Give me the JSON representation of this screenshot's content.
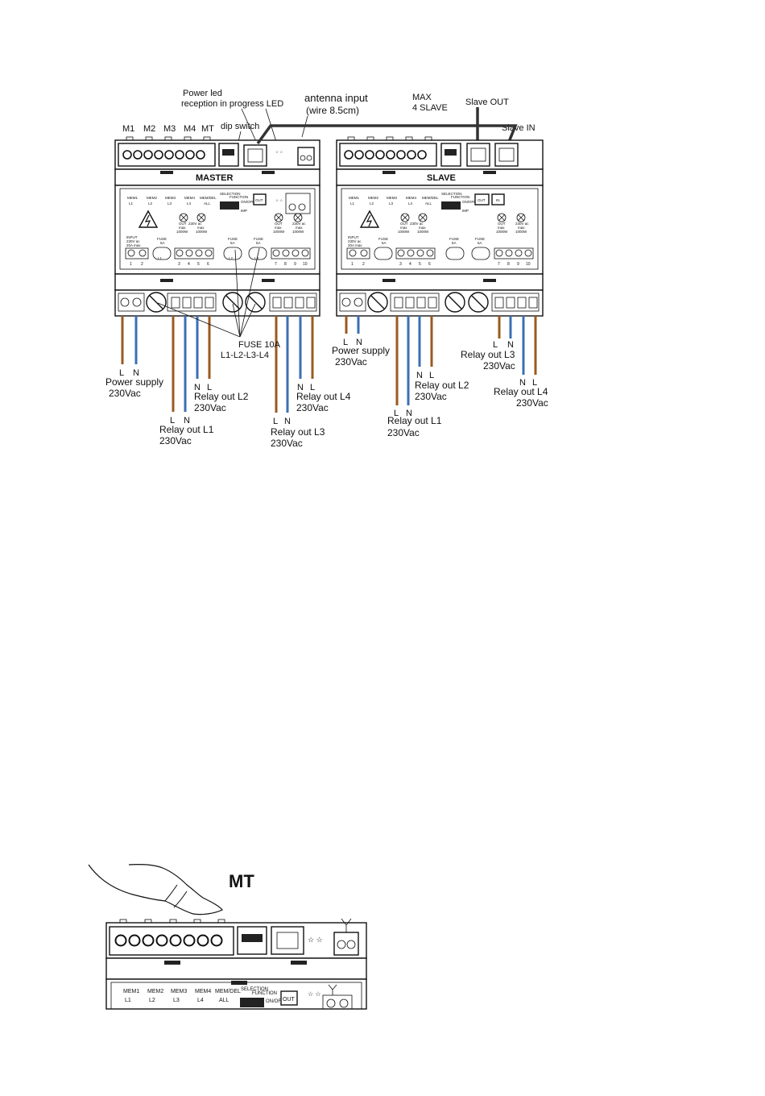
{
  "top_labels": {
    "power_led": "Power led",
    "reception_led": "reception in progress LED",
    "antenna_input": "antenna input",
    "antenna_wire": "(wire 8.5cm)",
    "max": "MAX",
    "four_slave": "4 SLAVE",
    "slave_out": "Slave OUT",
    "slave_in": "Slave IN",
    "dip_switch": "dip switch",
    "m1": "M1",
    "m2": "M2",
    "m3": "M3",
    "m4": "M4",
    "mt": "MT"
  },
  "master": {
    "title": "MASTER",
    "mem_labels": [
      "MEM1",
      "MEM2",
      "MEM3",
      "MEM4",
      "MEM/DEL"
    ],
    "line_labels": [
      "L1",
      "L2",
      "L3",
      "L4",
      "ALL"
    ],
    "selection": "SELECTION",
    "function": "FUNCTION",
    "onoff": "ON/OFF",
    "imp": "IMP",
    "out": "OUT",
    "input": "INPUT",
    "input_v": "230V ac",
    "input_a": "20A max",
    "fuse": "FUSE",
    "fuse_a": "5A",
    "out_block": "OUT",
    "v230": "230V ac",
    "max": "max",
    "w1000": "1000W",
    "l1": "L1",
    "l2": "L2",
    "l3": "L3",
    "l4": "L4",
    "terminals": [
      "1",
      "2",
      "3",
      "4",
      "5",
      "6",
      "7",
      "8",
      "9",
      "10"
    ]
  },
  "slave": {
    "title": "SLAVE",
    "out": "OUT",
    "in": "IN"
  },
  "wire_labels": {
    "l": "L",
    "n": "N",
    "power_supply": "Power supply",
    "v230": "230Vac",
    "relay_l1": "Relay out L1",
    "relay_l2": "Relay out L2",
    "relay_l3": "Relay out L3",
    "relay_l4": "Relay out L4",
    "fuse10": "FUSE 10A",
    "fuse_lines": "L1-L2-L3-L4"
  },
  "bottom": {
    "mt": "MT",
    "mem_labels": [
      "MEM1",
      "MEM2",
      "MEM3",
      "MEM4",
      "MEM/DEL"
    ],
    "line_labels": [
      "L1",
      "L2",
      "L3",
      "L4",
      "ALL"
    ],
    "selection": "SELECTION",
    "function": "FUNCTION",
    "onoff": "ON/OFF",
    "out": "OUT"
  }
}
